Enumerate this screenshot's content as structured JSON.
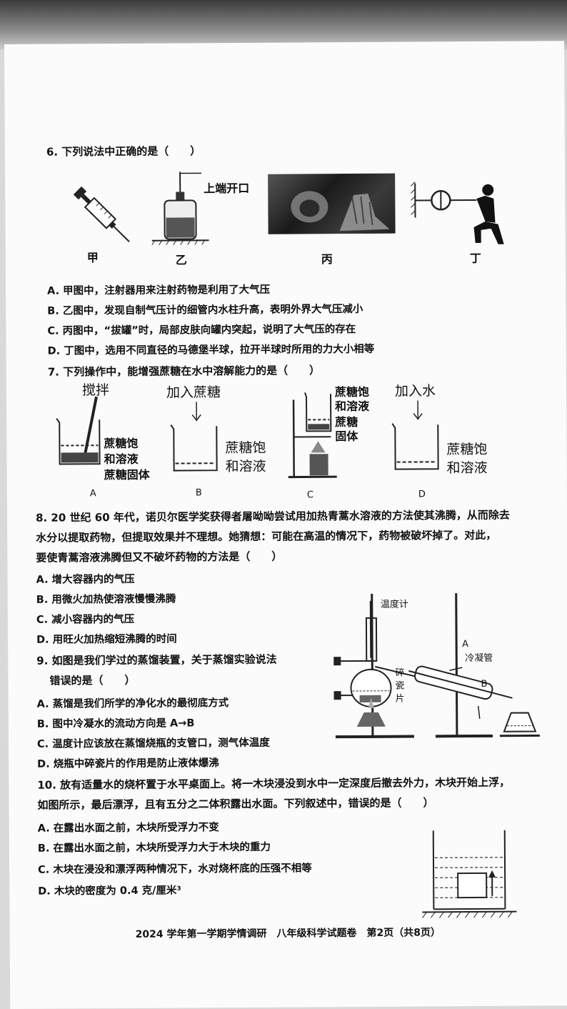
{
  "q6": {
    "stem": "6. 下列说法中正确的是（　　）",
    "fig_labels": [
      "甲",
      "乙",
      "丙",
      "丁"
    ],
    "fig2_callout": "上端开口",
    "options": [
      "A. 甲图中，注射器用来注射药物是利用了大气压",
      "B. 乙图中，发现自制气压计的细管内水柱升高，表明外界大气压减小",
      "C. 丙图中，“拔罐”时，局部皮肤向罐内突起，说明了大气压的存在",
      "D. 丁图中，选用不同直径的马德堡半球，拉开半球时所用的力大小相等"
    ]
  },
  "q7": {
    "stem": "7. 下列操作中，能增强蔗糖在水中溶解能力的是（　　）",
    "A": {
      "top": "搅拌",
      "line1": "蔗糖饱",
      "line2": "和溶液",
      "line3": "蔗糖固体",
      "letter": "A"
    },
    "B": {
      "top": "加入蔗糖",
      "line1": "蔗糖饱",
      "line2": "和溶液",
      "letter": "B"
    },
    "C": {
      "line1": "蔗糖饱",
      "line2": "和溶液",
      "line3": "蔗糖",
      "line4": "固体",
      "letter": "C"
    },
    "D": {
      "top": "加入水",
      "line1": "蔗糖饱",
      "line2": "和溶液",
      "letter": "D"
    }
  },
  "q8": {
    "stem1": "8. 20 世纪 60 年代，诺贝尔医学奖获得者屠呦呦尝试用加热青蒿水溶液的方法使其沸腾，从而除去",
    "stem2": "水分以提取药物，但提取效果并不理想。她猜想：可能在高温的情况下，药物被破坏掉了。对此，",
    "stem3": "要使青蒿溶液沸腾但又不破坏药物的方法是（　　）",
    "options": [
      "A. 增大容器内的气压",
      "B. 用微火加热使溶液慢慢沸腾",
      "C. 减小容器内的气压",
      "D. 用旺火加热缩短沸腾的时间"
    ]
  },
  "q9": {
    "stem1": "9. 如图是我们学过的蒸馏装置，关于蒸馏实验说法",
    "stem2": "错误的是（　　）",
    "fig": {
      "thermo": "温度计",
      "condenser": "冷凝管",
      "chip1": "碎",
      "chip2": "瓷",
      "chip3": "片",
      "a": "A",
      "b": "B"
    },
    "options": [
      "A. 蒸馏是我们所学的净化水的最彻底方式",
      "B. 图中冷凝水的流动方向是 A→B",
      "C. 温度计应该放在蒸馏烧瓶的支管口，测气体温度",
      "D. 烧瓶中碎瓷片的作用是防止液体爆沸"
    ]
  },
  "q10": {
    "stem1": "10. 放有适量水的烧杯置于水平桌面上。将一木块浸没到水中一定深度后撤去外力，木块开始上浮，",
    "stem2": "如图所示，最后漂浮，且有五分之二体积露出水面。下列叙述中，错误的是（　　）",
    "options": [
      "A. 在露出水面之前，木块所受浮力不变",
      "B. 在露出水面之前，木块所受浮力大于木块的重力",
      "C. 木块在浸没和漂浮两种情况下，水对烧杯底的压强不相等",
      "D. 木块的密度为 0.4 克/厘米³"
    ]
  },
  "footer": "2024 学年第一学期学情调研　八年级科学试题卷　第2页（共8页）"
}
